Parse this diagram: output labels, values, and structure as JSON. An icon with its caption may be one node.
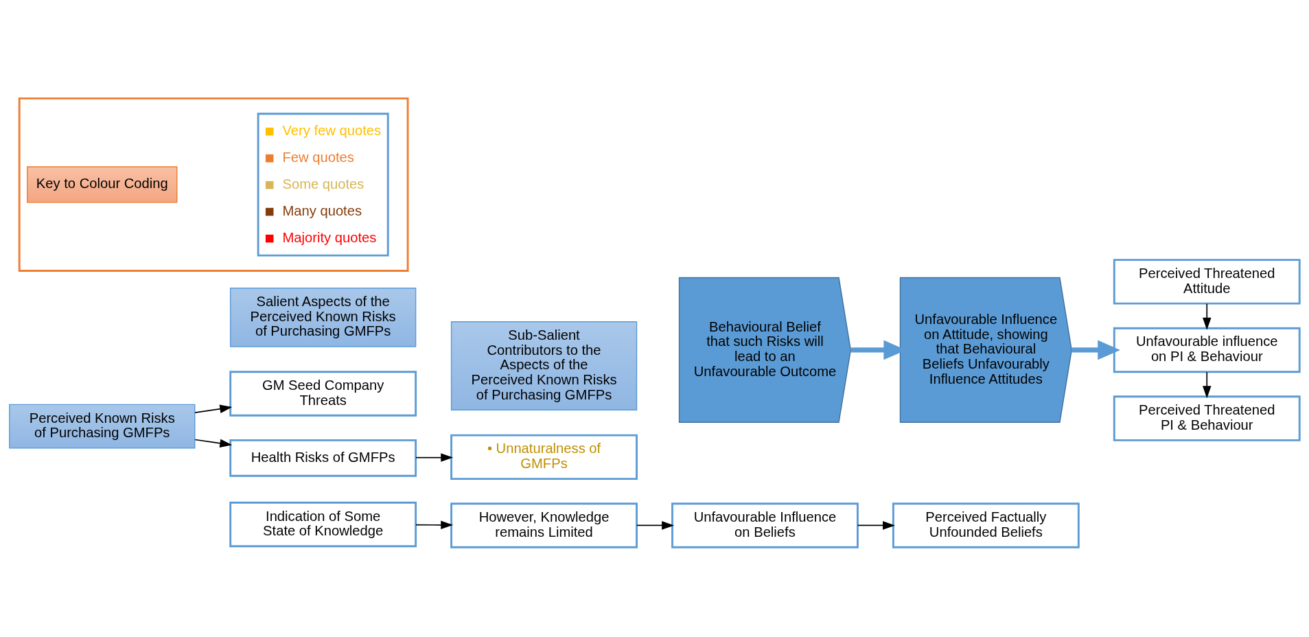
{
  "diagram": {
    "nodes": [
      {
        "text": [
          "Salient Aspects of the Perceived Known Risks of Purchasing GMFPs"
        ]
      },
      {
        "text": [
          "Sub-Salient Contributors to the Aspects of the Perceived Known Risks of Purchasing GMFPs"
        ]
      },
      {
        "text": [
          "Perceived Known Risks of Purchasing GMFPs"
        ]
      },
      {
        "text": [
          "GM Seed Company Threats"
        ]
      },
      {
        "text": [
          "Health Risks of GMFPs"
        ]
      },
      {
        "text": [
          "• Unnaturalness of GMFPs"
        ]
      },
      {
        "text": [
          "Behavioural Belief that such Risks will lead to an Unfavourable Outcome"
        ]
      },
      {
        "text": [
          "Unfavourable Influence on Attitude, showing that Behavioural Beliefs Unfavourably Influence Attitudes"
        ]
      },
      {
        "text": [
          "Perceived Threatened Attitude"
        ]
      },
      {
        "text": [
          "Unfavourable influence on PI & Behaviour"
        ]
      },
      {
        "text": [
          "Perceived Threatened PI & Behaviour"
        ]
      },
      {
        "text": [
          "Indication of Some State of Knowledge"
        ]
      },
      {
        "text": [
          "However, Knowledge remains Limited"
        ]
      },
      {
        "text": [
          "Unfavourable Influence on Beliefs"
        ]
      },
      {
        "text": [
          "Perceived Factually Unfounded Beliefs"
        ]
      },
      {
        "text": [
          "Key to Colour Coding"
        ],
        "in": 16
      },
      {
        "text": [],
        "shape": "box"
      }
    ],
    "edges": [
      {
        "from": 2,
        "to": 3,
        "arrow": "to"
      },
      {
        "from": 2,
        "to": 4,
        "arrow": "to"
      },
      {
        "from": 4,
        "to": 5,
        "arrow": "to"
      },
      {
        "from": 6,
        "to": 7,
        "arrow": "to",
        "style": "thick",
        "color": "#5b9bd5"
      },
      {
        "from": 7,
        "to": 9,
        "arrow": "to",
        "style": "thick",
        "color": "#5b9bd5"
      },
      {
        "from": 8,
        "to": 9,
        "arrow": "to"
      },
      {
        "from": 9,
        "to": 10,
        "arrow": "to"
      },
      {
        "from": 11,
        "to": 12,
        "arrow": "to"
      },
      {
        "from": 12,
        "to": 13,
        "arrow": "to"
      },
      {
        "from": 13,
        "to": 14,
        "arrow": "to"
      }
    ],
    "legend": [
      {
        "text": "Very few quotes",
        "color": "#ffc000"
      },
      {
        "text": "Few quotes",
        "color": "#ed7d31"
      },
      {
        "text": "Some quotes",
        "color": "#d6b656"
      },
      {
        "text": "Many quotes",
        "color": "#843c0c"
      },
      {
        "text": "Majority quotes",
        "color": "#ff0000"
      }
    ]
  }
}
